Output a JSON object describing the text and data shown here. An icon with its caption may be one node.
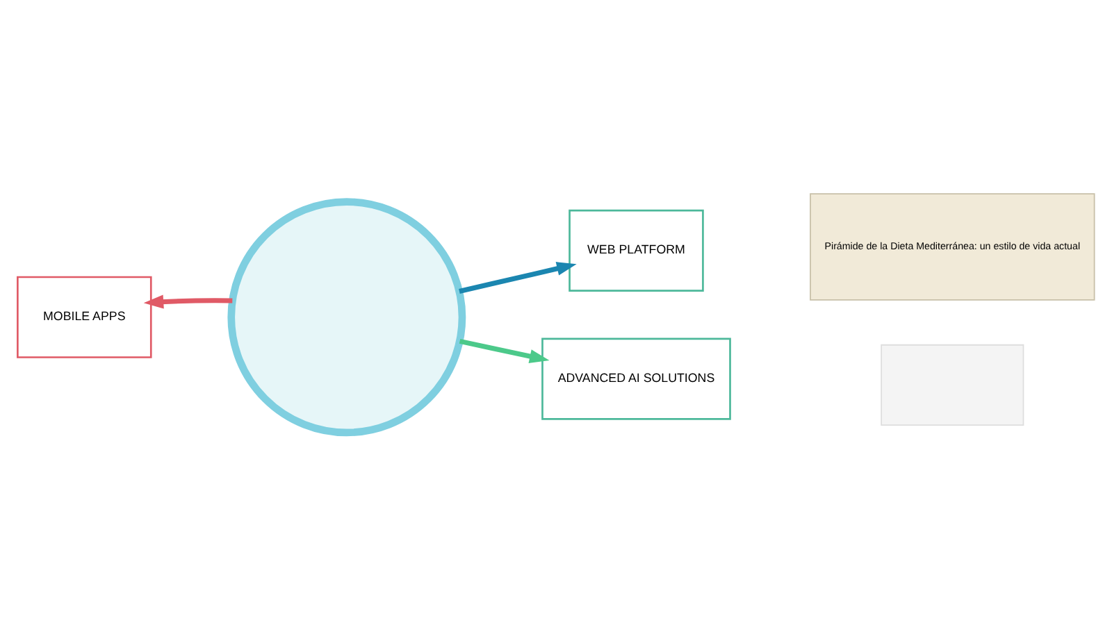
{
  "diagram": {
    "nodes": [
      {
        "text": [],
        "shape": "circle"
      },
      {
        "text": [
          "MOBILE APPS"
        ]
      },
      {
        "text": [
          "WEB PLATFORM"
        ]
      },
      {
        "text": [
          "ADVANCED AI SOLUTIONS"
        ]
      },
      {
        "text": [
          "Pirámide de la Dieta Mediterránea: un estilo de vida actual"
        ]
      },
      {
        "text": [],
        "shape": "box"
      }
    ],
    "edges": [
      {
        "from": 0,
        "to": 1,
        "arrow": "to",
        "color": "#e05a66"
      },
      {
        "from": 0,
        "to": 2,
        "arrow": "to",
        "color": "#1b86b0"
      },
      {
        "from": 0,
        "to": 3,
        "arrow": "to",
        "color": "#4cc98a"
      }
    ]
  }
}
